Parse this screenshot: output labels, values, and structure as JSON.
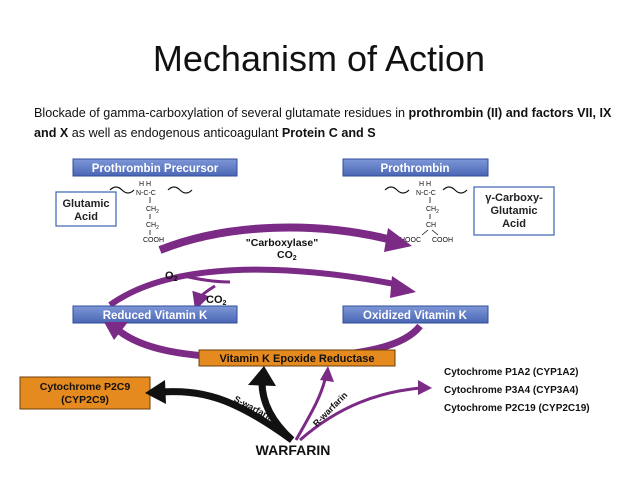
{
  "slide": {
    "title": "Mechanism of Action",
    "subtitle": {
      "part1": "Blockade of gamma-carboxylation of several glutamate residues in ",
      "bold1": "prothrombin (II) and factors VII, IX and X",
      "part2": " as well as endogenous anticoagulant ",
      "bold2": "Protein C and S"
    }
  },
  "diagram": {
    "prothrombin_precursor": "Prothrombin Precursor",
    "prothrombin": "Prothrombin",
    "glutamic_acid_line1": "Glutamic",
    "glutamic_acid_line2": "Acid",
    "gamma_carboxy_line1": "γ-Carboxy-",
    "gamma_carboxy_line2": "Glutamic",
    "gamma_carboxy_line3": "Acid",
    "chem_left": {
      "hh": "H H",
      "ncc": "N-C-C",
      "ch2a": "CH",
      "ch2b": "CH",
      "cooh": "COOH",
      "sub2": "2"
    },
    "chem_right": {
      "hh": "H H",
      "ncc": "N-C-C",
      "ch2": "CH",
      "ch": "CH",
      "hooc": "HOOC",
      "cooh": "COOH",
      "sub2": "2"
    },
    "carboxylase": "\"Carboxylase\"",
    "co2_main": "CO",
    "o2": "O",
    "co2_small": "CO",
    "sub2": "2",
    "reduced_vitamin_k": "Reduced Vitamin K",
    "oxidized_vitamin_k": "Oxidized Vitamin K",
    "vkor": "Vitamin K Epoxide Reductase",
    "cyp2c9_line1": "Cytochrome P2C9",
    "cyp2c9_line2": "(CYP2C9)",
    "s_warfarin": "S-warfarin",
    "r_warfarin": "R-warfarin",
    "warfarin": "WARFARIN",
    "cyp_list": [
      "Cytochrome P1A2 (CYP1A2)",
      "Cytochrome P3A4 (CYP3A4)",
      "Cytochrome P2C19 (CYP2C19)"
    ],
    "colors": {
      "blue_box": "#5a79c8",
      "purple": "#7b2a86",
      "orange": "#e58a1f",
      "label_border": "#4a6db8"
    }
  }
}
